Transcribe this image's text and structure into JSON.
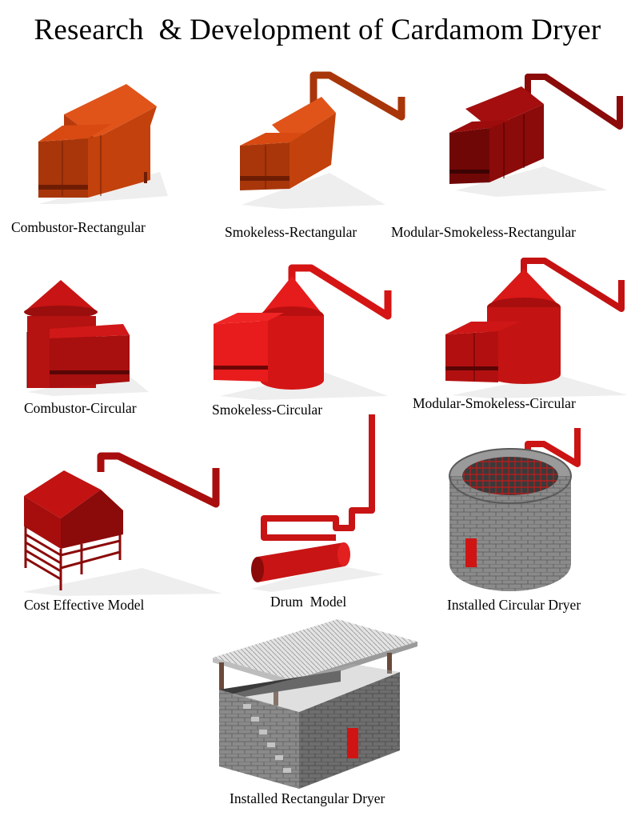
{
  "title": "Research  & Development of Cardamom Dryer",
  "models": {
    "combustor_rectangular": "Combustor-Rectangular",
    "smokeless_rectangular": "Smokeless-Rectangular",
    "modular_smokeless_rectangular": "Modular-Smokeless-Rectangular",
    "combustor_circular": "Combustor-Circular",
    "smokeless_circular": "Smokeless-Circular",
    "modular_smokeless_circular": "Modular-Smokeless-Circular",
    "cost_effective": "Cost Effective Model",
    "drum": "Drum  Model",
    "installed_circular": "Installed Circular Dryer",
    "installed_rectangular": "Installed Rectangular Dryer"
  },
  "colors": {
    "rust": "#c2410c",
    "maroon": "#8b0a0a",
    "red": "#dc1414",
    "stone": "#7a7a7a",
    "roof": "#d9d9d9"
  }
}
